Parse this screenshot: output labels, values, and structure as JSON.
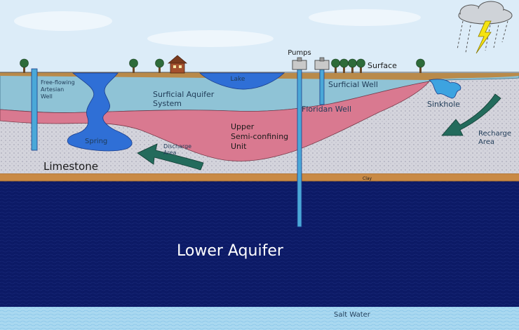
{
  "labels": {
    "pumps": "Pumps",
    "surface": "Surface",
    "free_flowing_artesian_well": [
      "Free-flowing",
      "Artesian",
      "Well"
    ],
    "lake": "Lake",
    "surficial_aquifer_system": [
      "Surficial Aquifer",
      "System"
    ],
    "surficial_well": "Surficial Well",
    "floridan_well": "Floridan Well",
    "sinkhole": "Sinkhole",
    "upper_semi_confining_unit": [
      "Upper",
      "Semi-confining",
      "Unit"
    ],
    "spring": "Spring",
    "discharge_area": [
      "Discharge",
      "Area"
    ],
    "recharge_area": [
      "Recharge",
      "Area"
    ],
    "limestone": "Limestone",
    "clay": "Clay",
    "lower_aquifer": "Lower Aquifer",
    "salt_water": "Salt Water"
  },
  "icons": [
    "storm-cloud-icon",
    "lightning-icon",
    "tree-icon",
    "house-icon",
    "pump-icon"
  ],
  "colors": {
    "sky": "#d6e9f6",
    "soil_surface": "#b98a4a",
    "surficial_aquifer": "#8fc3d6",
    "confining_unit": "#d97990",
    "limestone": "#d4d4dc",
    "clay": "#c98a45",
    "lower_aquifer": "#0c1a66",
    "salt_water": "#a9d8f0",
    "water_blue": "#2f6fd6",
    "arrow_green": "#236b5c"
  }
}
